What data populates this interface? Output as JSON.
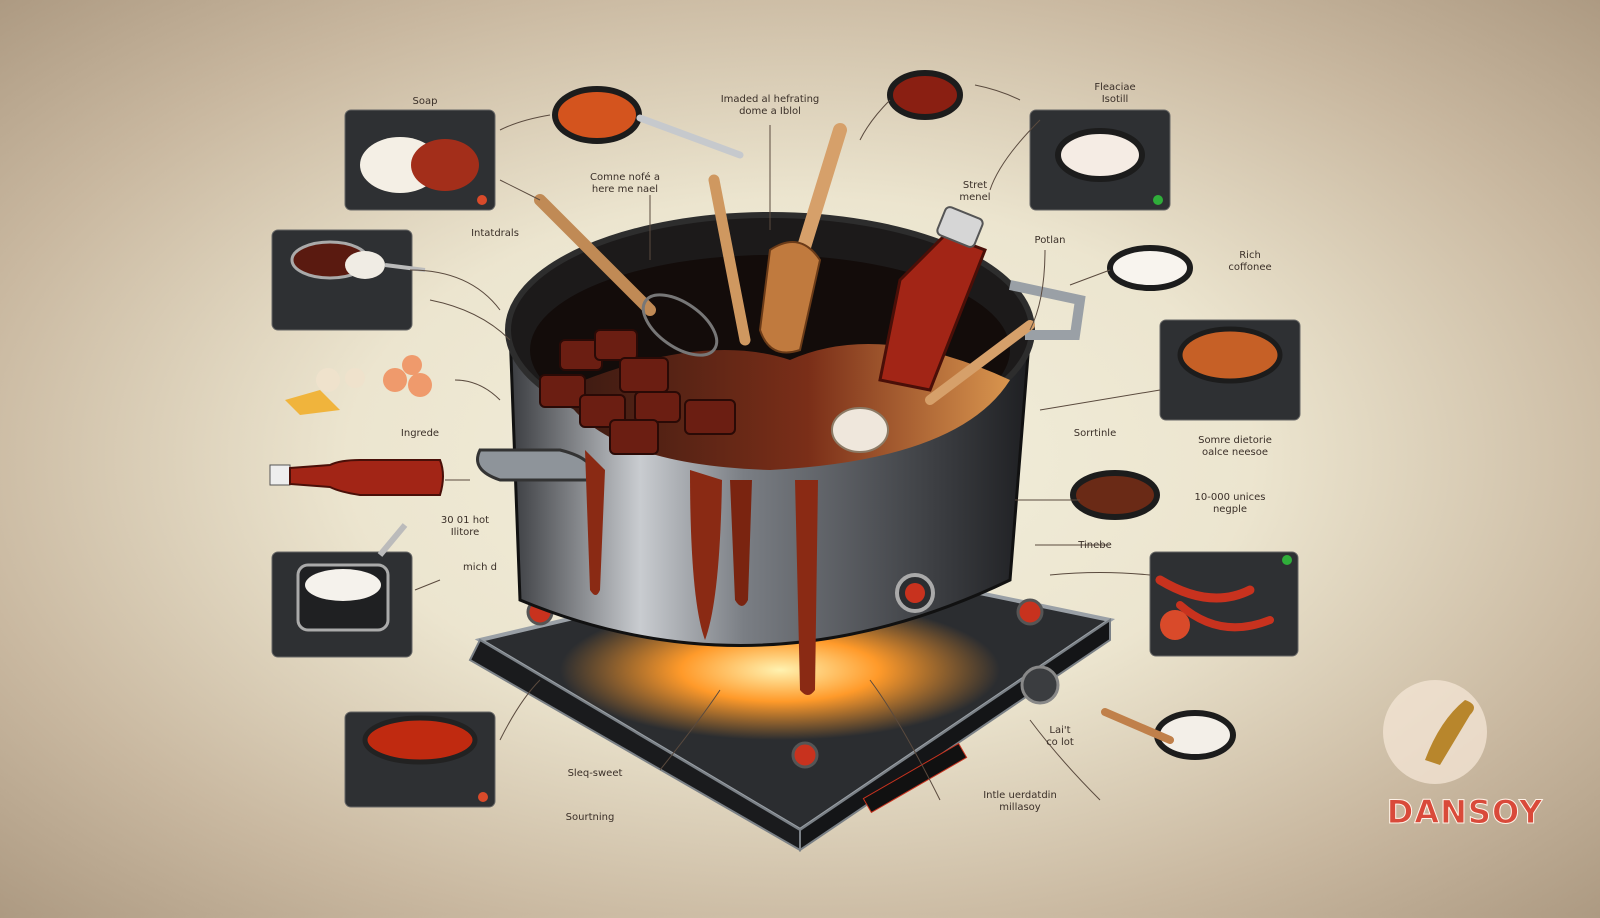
{
  "labels": {
    "soap": "Soap",
    "top_center": "Imaded al hefrating\ndome a Iblol",
    "top_right": "Fleaciae\nIsotill",
    "come_note": "Comne nofé a\nhere me nael",
    "street": "Stret\nmenel",
    "ingredients": "Intatdrals",
    "portion": "Potlan",
    "rich": "Rich\ncoffonee",
    "ingrede": "Ingrede",
    "sortinle": "Sorrtinle",
    "some_dietorie": "Somre dietorie\noalce neesoe",
    "hot_line": "30 01 hot\nIlitore",
    "range": "10-000 unices\nnegple",
    "rich2": "mich d",
    "tinebe": "Tinebe",
    "sweet": "Sleq-sweet",
    "sorting": "Sourtning",
    "invert": "Intle uerdatdin\nmillasoy",
    "left_out": "Lai't\nco lot"
  },
  "logo": {
    "text": "DANSOY"
  },
  "colors": {
    "pot": "#1c1a1a",
    "sauce": "#8a2a14",
    "cream": "#d9a066",
    "accent_red": "#c8321e",
    "panel": "#2e3033",
    "flame": "#ff9a2a"
  }
}
